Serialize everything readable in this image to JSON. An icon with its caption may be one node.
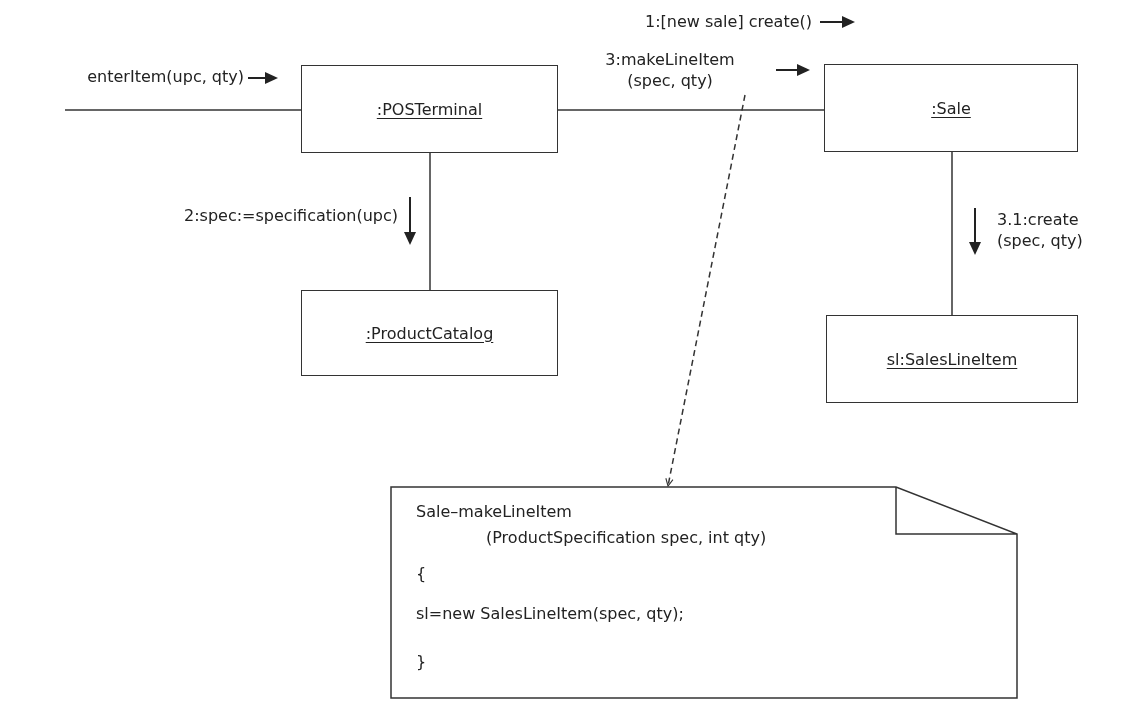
{
  "diagram": {
    "nodes": [
      {
        "text": [
          ":POSTerminal"
        ]
      },
      {
        "text": [
          ":Sale"
        ]
      },
      {
        "text": [
          ":ProductCatalog"
        ]
      },
      {
        "text": [
          "sl:SalesLineItem"
        ]
      },
      {
        "text": [
          "Sale–makeLineItem",
          "(ProductSpecification spec, int qty)",
          "{",
          "sl=new SalesLineItem(spec, qty);",
          "}"
        ]
      }
    ],
    "edges": [
      {
        "from": null,
        "to": 0,
        "arrow": "none",
        "label": "enterItem(upc, qty)"
      },
      {
        "from": 0,
        "to": 1,
        "arrow": "none",
        "label": "3:makeLineItem (spec, qty)"
      },
      {
        "from": 0,
        "to": 2,
        "arrow": "none",
        "label": "2:spec:=specification(upc)"
      },
      {
        "from": 1,
        "to": 3,
        "arrow": "none",
        "label": "3.1:create (spec, qty)"
      },
      {
        "from": null,
        "to": 4,
        "arrow": "to",
        "style": "dashed"
      }
    ],
    "labels": [
      "1:[new sale] create()"
    ]
  }
}
